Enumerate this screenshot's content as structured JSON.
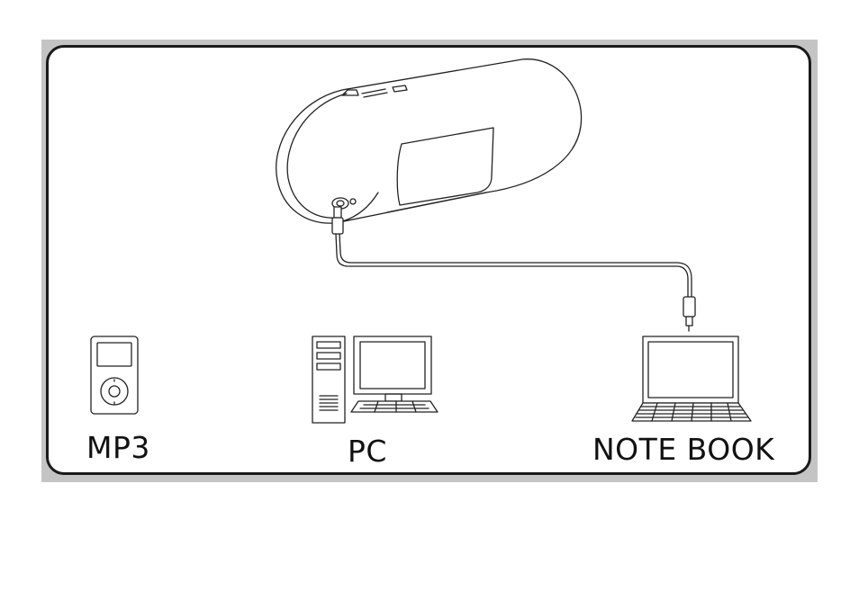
{
  "devices": {
    "mp3_label": "MP3",
    "pc_label": "PC",
    "notebook_label": "NOTE BOOK"
  },
  "colors": {
    "frame_border": "#1a1a1a",
    "frame_shadow": "#c4c4c4",
    "line_art": "#222222",
    "background": "#ffffff"
  },
  "icons": [
    "speaker-dock-illustration",
    "audio-cable",
    "mp3-player-icon",
    "desktop-pc-icon",
    "notebook-laptop-icon"
  ]
}
